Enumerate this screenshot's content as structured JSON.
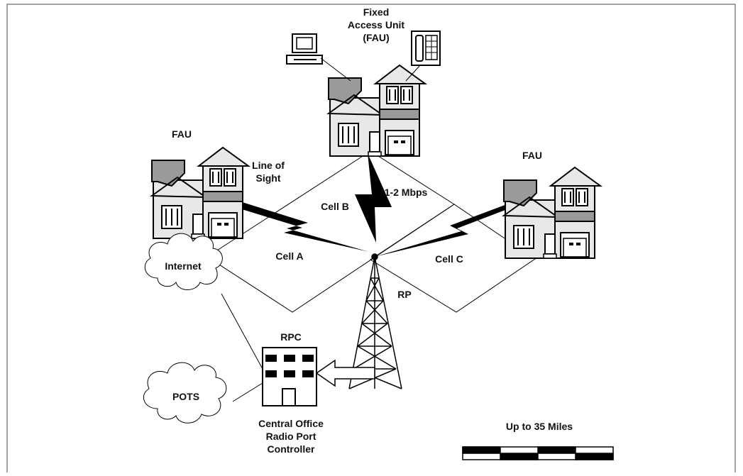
{
  "labels": {
    "fau_top_line1": "Fixed",
    "fau_top_line2": "Access Unit",
    "fau_top_line3": "(FAU)",
    "fau_left": "FAU",
    "fau_right": "FAU",
    "line_of_sight_1": "Line of",
    "line_of_sight_2": "Sight",
    "cell_a": "Cell A",
    "cell_b": "Cell B",
    "cell_c": "Cell C",
    "bandwidth": "1-2 Mbps",
    "rp": "RP",
    "rpc": "RPC",
    "internet": "Internet",
    "pots": "POTS",
    "co_line1": "Central Office",
    "co_line2": "Radio Port",
    "co_line3": "Controller",
    "scale": "Up to 35 Miles"
  },
  "icons": {
    "house": "house-icon",
    "computer": "computer-icon",
    "phone": "telephone-icon",
    "tower": "radio-tower-icon",
    "building": "office-building-icon",
    "cloud": "cloud-icon",
    "bolt": "lightning-bolt-icon",
    "scale_bar": "scale-bar-icon"
  },
  "colors": {
    "roof": "#9a9a9a",
    "house": "#e8e8e8",
    "ink": "#000000"
  }
}
